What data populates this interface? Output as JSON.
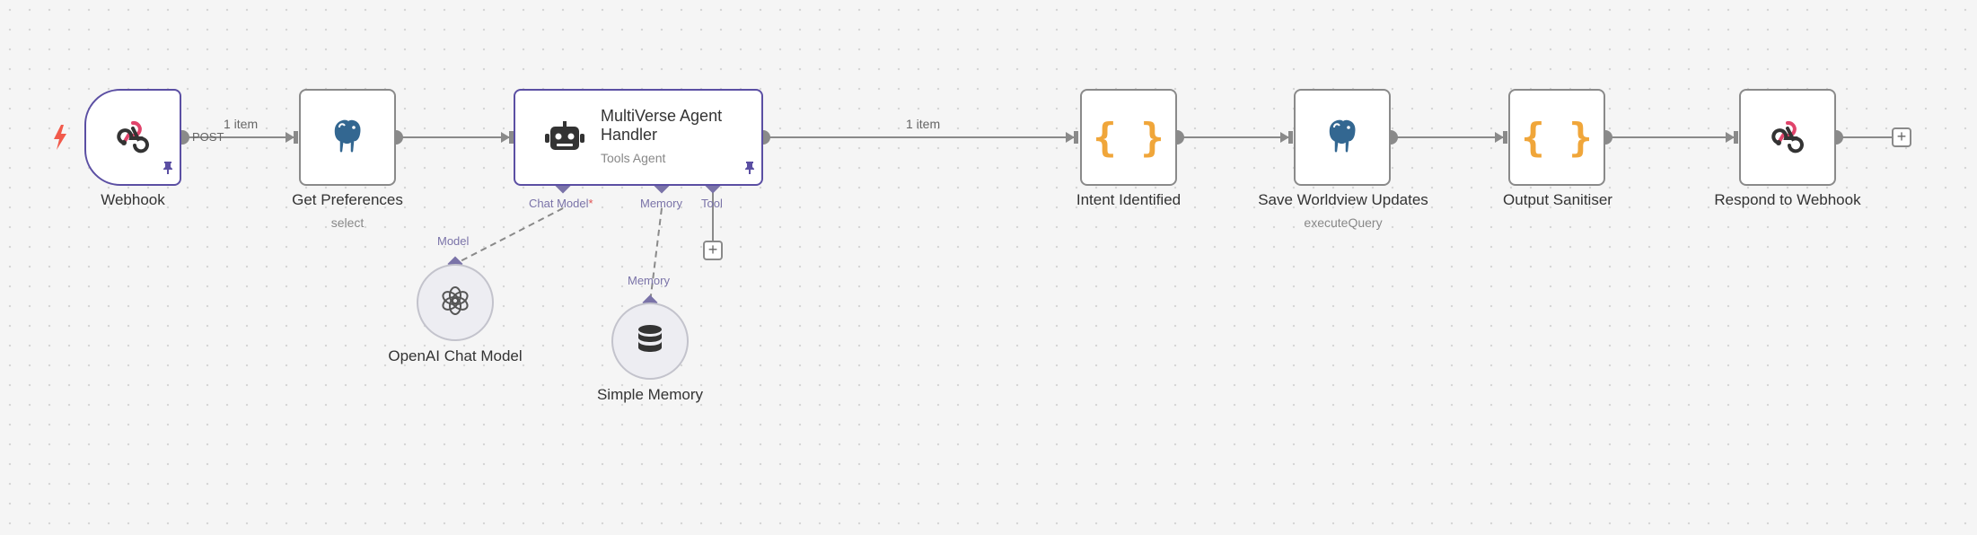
{
  "nodes": {
    "webhook": {
      "name": "Webhook",
      "method": "POST"
    },
    "get_preferences": {
      "name": "Get Preferences",
      "operation": "select"
    },
    "agent": {
      "name": "MultiVerse Agent Handler",
      "name_line1": "MultiVerse Agent",
      "name_line2": "Handler",
      "type": "Tools Agent",
      "ports": {
        "chat_model": "Chat Model",
        "chat_model_required": "*",
        "memory": "Memory",
        "tool": "Tool"
      }
    },
    "openai": {
      "name": "OpenAI Chat Model",
      "port": "Model"
    },
    "memory": {
      "name": "Simple Memory",
      "port": "Memory"
    },
    "intent": {
      "name": "Intent Identified"
    },
    "save": {
      "name": "Save Worldview Updates",
      "operation": "executeQuery"
    },
    "sanitiser": {
      "name": "Output Sanitiser"
    },
    "respond": {
      "name": "Respond to Webhook"
    }
  },
  "connections": {
    "webhook_to_prefs": "1 item",
    "agent_to_intent": "1 item"
  },
  "icons": {
    "trigger": "bolt-icon",
    "webhook": "webhook-icon",
    "postgres": "postgres-elephant-icon",
    "agent": "robot-icon",
    "code": "curly-braces-icon",
    "openai": "openai-icon",
    "memory": "database-icon",
    "pin": "pin-icon",
    "add": "plus-icon"
  },
  "colors": {
    "accent": "#5b4fa3",
    "code_icon": "#f0a63a",
    "trigger_bolt": "#f15a4b",
    "postgres": "#336791",
    "required": "#e05353"
  }
}
